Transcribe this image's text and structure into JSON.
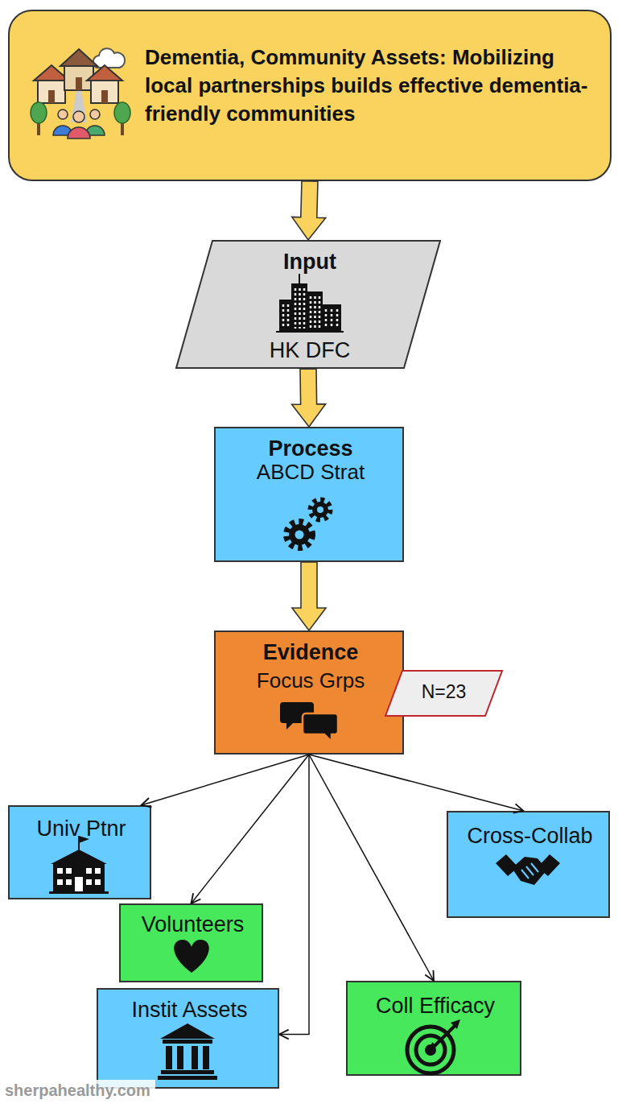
{
  "diagram": {
    "nodes": [
      {
        "text": [
          "Dementia, Community Assets: Mobilizing local partnerships builds effective dementia-friendly communities"
        ]
      },
      {
        "text": [
          "Input",
          "HK DFC"
        ]
      },
      {
        "text": [
          "Process",
          "ABCD Strat"
        ]
      },
      {
        "text": [
          "Evidence",
          "Focus Grps"
        ]
      },
      {
        "text": [
          "N=23"
        ]
      },
      {
        "text": [
          "Univ Ptnr"
        ]
      },
      {
        "text": [
          "Cross-Collab"
        ]
      },
      {
        "text": [
          "Volunteers"
        ]
      },
      {
        "text": [
          "Instit Assets"
        ]
      },
      {
        "text": [
          "Coll Efficacy"
        ]
      }
    ],
    "edges": [
      {
        "from": 0,
        "to": 1,
        "arrow": "to"
      },
      {
        "from": 1,
        "to": 2,
        "arrow": "to"
      },
      {
        "from": 2,
        "to": 3,
        "arrow": "to"
      },
      {
        "from": 3,
        "to": 5,
        "arrow": "to"
      },
      {
        "from": 3,
        "to": 6,
        "arrow": "to"
      },
      {
        "from": 3,
        "to": 7,
        "arrow": "to"
      },
      {
        "from": 3,
        "to": 8,
        "arrow": "to"
      },
      {
        "from": 3,
        "to": 9,
        "arrow": "to"
      }
    ],
    "labels": [
      "sherpahealthy.com"
    ]
  }
}
